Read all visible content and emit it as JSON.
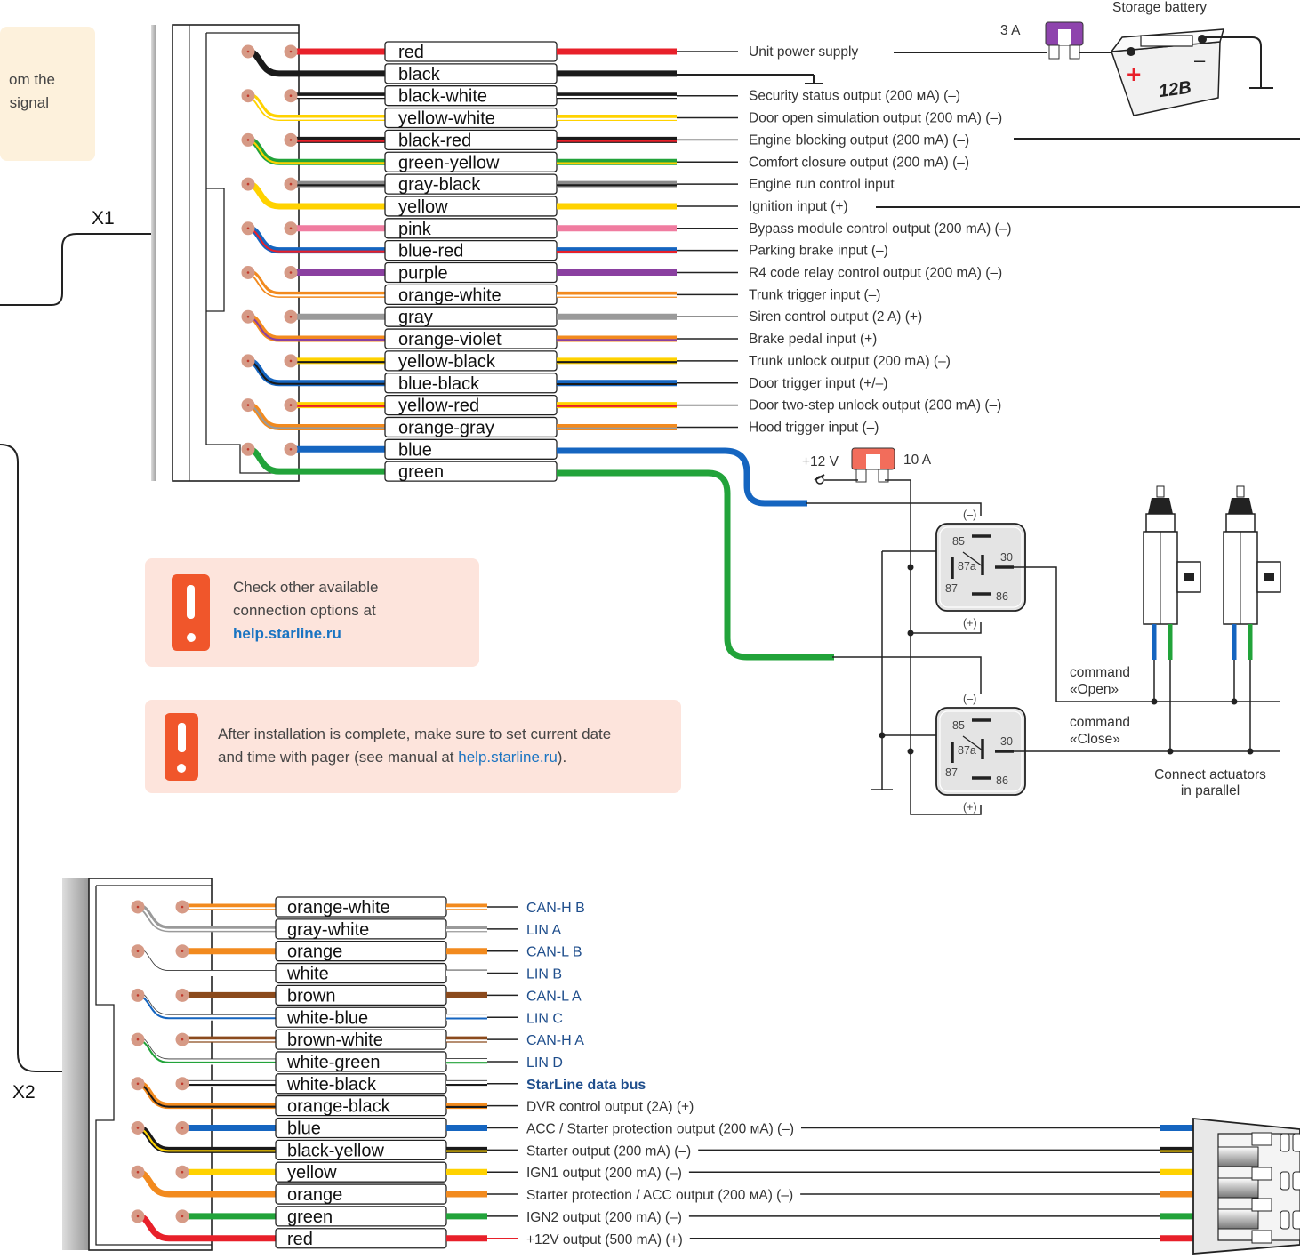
{
  "battery": {
    "label": "Storage battery",
    "voltage": "12B",
    "fuse": "3 A"
  },
  "unit_fuse": {
    "voltage": "+12 V",
    "rating": "10 A"
  },
  "x1": {
    "label": "X1",
    "wires": [
      {
        "name": "red",
        "c1": "#e8202a",
        "c2": "",
        "fn": "Unit power supply"
      },
      {
        "name": "black",
        "c1": "#1a1a1a",
        "c2": "",
        "fn": ""
      },
      {
        "name": "black-white",
        "c1": "#1a1a1a",
        "c2": "#ffffff",
        "fn": "Security status output (200 мА) (–)"
      },
      {
        "name": "yellow-white",
        "c1": "#ffd200",
        "c2": "#ffffff",
        "fn": "Door open simulation output (200 mA) (–)"
      },
      {
        "name": "black-red",
        "c1": "#1a1a1a",
        "c2": "#e8202a",
        "fn": "Engine blocking output (200 mA) (–)"
      },
      {
        "name": "green-yellow",
        "c1": "#22a33a",
        "c2": "#ffd200",
        "fn": "Comfort closure output (200 mA) (–)"
      },
      {
        "name": "gray-black",
        "c1": "#8a8a8a",
        "c2": "#1a1a1a",
        "fn": "Engine run control input"
      },
      {
        "name": "yellow",
        "c1": "#ffd200",
        "c2": "",
        "fn": "Ignition input (+)"
      },
      {
        "name": "pink",
        "c1": "#f07ca0",
        "c2": "",
        "fn": "Bypass module control output (200 mA) (–)"
      },
      {
        "name": "blue-red",
        "c1": "#1565c0",
        "c2": "#e8202a",
        "fn": "Parking brake input (–)"
      },
      {
        "name": "purple",
        "c1": "#8a3fa0",
        "c2": "",
        "fn": "R4 code relay control output (200 mA) (–)"
      },
      {
        "name": "orange-white",
        "c1": "#f28a1e",
        "c2": "#ffffff",
        "fn": "Trunk trigger input (–)"
      },
      {
        "name": "gray",
        "c1": "#9a9a9a",
        "c2": "",
        "fn": "Siren control output (2 A) (+)"
      },
      {
        "name": "orange-violet",
        "c1": "#f28a1e",
        "c2": "#8a3fa0",
        "fn": "Brake pedal input (+)"
      },
      {
        "name": "yellow-black",
        "c1": "#ffd200",
        "c2": "#1a1a1a",
        "fn": "Trunk unlock output (200 mA) (–)"
      },
      {
        "name": "blue-black",
        "c1": "#1565c0",
        "c2": "#1a1a1a",
        "fn": "Door trigger input (+/–)"
      },
      {
        "name": "yellow-red",
        "c1": "#ffd200",
        "c2": "#e8202a",
        "fn": "Door two-step unlock output (200 mA) (–)"
      },
      {
        "name": "orange-gray",
        "c1": "#f28a1e",
        "c2": "#9a9a9a",
        "fn": "Hood trigger input (–)"
      },
      {
        "name": "blue",
        "c1": "#1565c0",
        "c2": "",
        "fn": ""
      },
      {
        "name": "green",
        "c1": "#22a33a",
        "c2": "",
        "fn": ""
      }
    ]
  },
  "x2": {
    "label": "X2",
    "wires": [
      {
        "name": "orange-white",
        "c1": "#f28a1e",
        "c2": "#ffffff",
        "fn": "CAN-H B",
        "bus": true
      },
      {
        "name": "gray-white",
        "c1": "#9a9a9a",
        "c2": "#ffffff",
        "fn": "LIN A",
        "bus": true
      },
      {
        "name": "orange",
        "c1": "#f28a1e",
        "c2": "",
        "fn": "CAN-L B",
        "bus": true
      },
      {
        "name": "white",
        "c1": "#ffffff",
        "c2": "",
        "fn": "LIN B",
        "bus": true
      },
      {
        "name": "brown",
        "c1": "#8b4a1c",
        "c2": "",
        "fn": "CAN-L A",
        "bus": true
      },
      {
        "name": "white-blue",
        "c1": "#ffffff",
        "c2": "#1565c0",
        "fn": "LIN C",
        "bus": true
      },
      {
        "name": "brown-white",
        "c1": "#8b4a1c",
        "c2": "#ffffff",
        "fn": "CAN-H A",
        "bus": true
      },
      {
        "name": "white-green",
        "c1": "#ffffff",
        "c2": "#22a33a",
        "fn": "LIN D",
        "bus": true
      },
      {
        "name": "white-black",
        "c1": "#ffffff",
        "c2": "#1a1a1a",
        "fn": "StarLine data bus",
        "bus": true,
        "bold": true
      },
      {
        "name": "orange-black",
        "c1": "#f28a1e",
        "c2": "#1a1a1a",
        "fn": "DVR control output (2A) (+)"
      },
      {
        "name": "blue",
        "c1": "#1565c0",
        "c2": "",
        "fn": "ACC / Starter protection output (200 мА) (–)",
        "line": true
      },
      {
        "name": "black-yellow",
        "c1": "#1a1a1a",
        "c2": "#ffd200",
        "fn": "Starter output (200 mA) (–)",
        "line": true
      },
      {
        "name": "yellow",
        "c1": "#ffd200",
        "c2": "",
        "fn": "IGN1 output (200 mA) (–)",
        "line": true
      },
      {
        "name": "orange",
        "c1": "#f28a1e",
        "c2": "",
        "fn": "Starter protection / ACC output (200 мА) (–)",
        "line": true
      },
      {
        "name": "green",
        "c1": "#22a33a",
        "c2": "",
        "fn": "IGN2 output (200 mA) (–)",
        "line": true
      },
      {
        "name": "red",
        "c1": "#e8202a",
        "c2": "",
        "fn": "+12V output (500 mA) (+)",
        "line": true
      }
    ]
  },
  "relays": {
    "pins": {
      "p85": "85",
      "p87a": "87a",
      "p30": "30",
      "p87": "87",
      "p86": "86",
      "minus": "(–)",
      "plus": "(+)"
    },
    "open_cmd": [
      "command",
      "«Open»"
    ],
    "close_cmd": [
      "command",
      "«Close»"
    ],
    "actuators_note": [
      "Connect actuators",
      "in parallel"
    ]
  },
  "notes": {
    "top_left": [
      "om the",
      " signal"
    ],
    "check": {
      "line1": "Check other available",
      "line2": "connection options at",
      "link": "help.starline.ru"
    },
    "after": {
      "line1": "After installation is complete, make sure to set current date",
      "line2_pre": "and time with pager (see manual at ",
      "link": "help.starline.ru",
      "line2_post": ")."
    }
  },
  "colors": {
    "accent": "#f0562b",
    "link": "#1a74c2",
    "bus_text": "#1f4e8c"
  }
}
